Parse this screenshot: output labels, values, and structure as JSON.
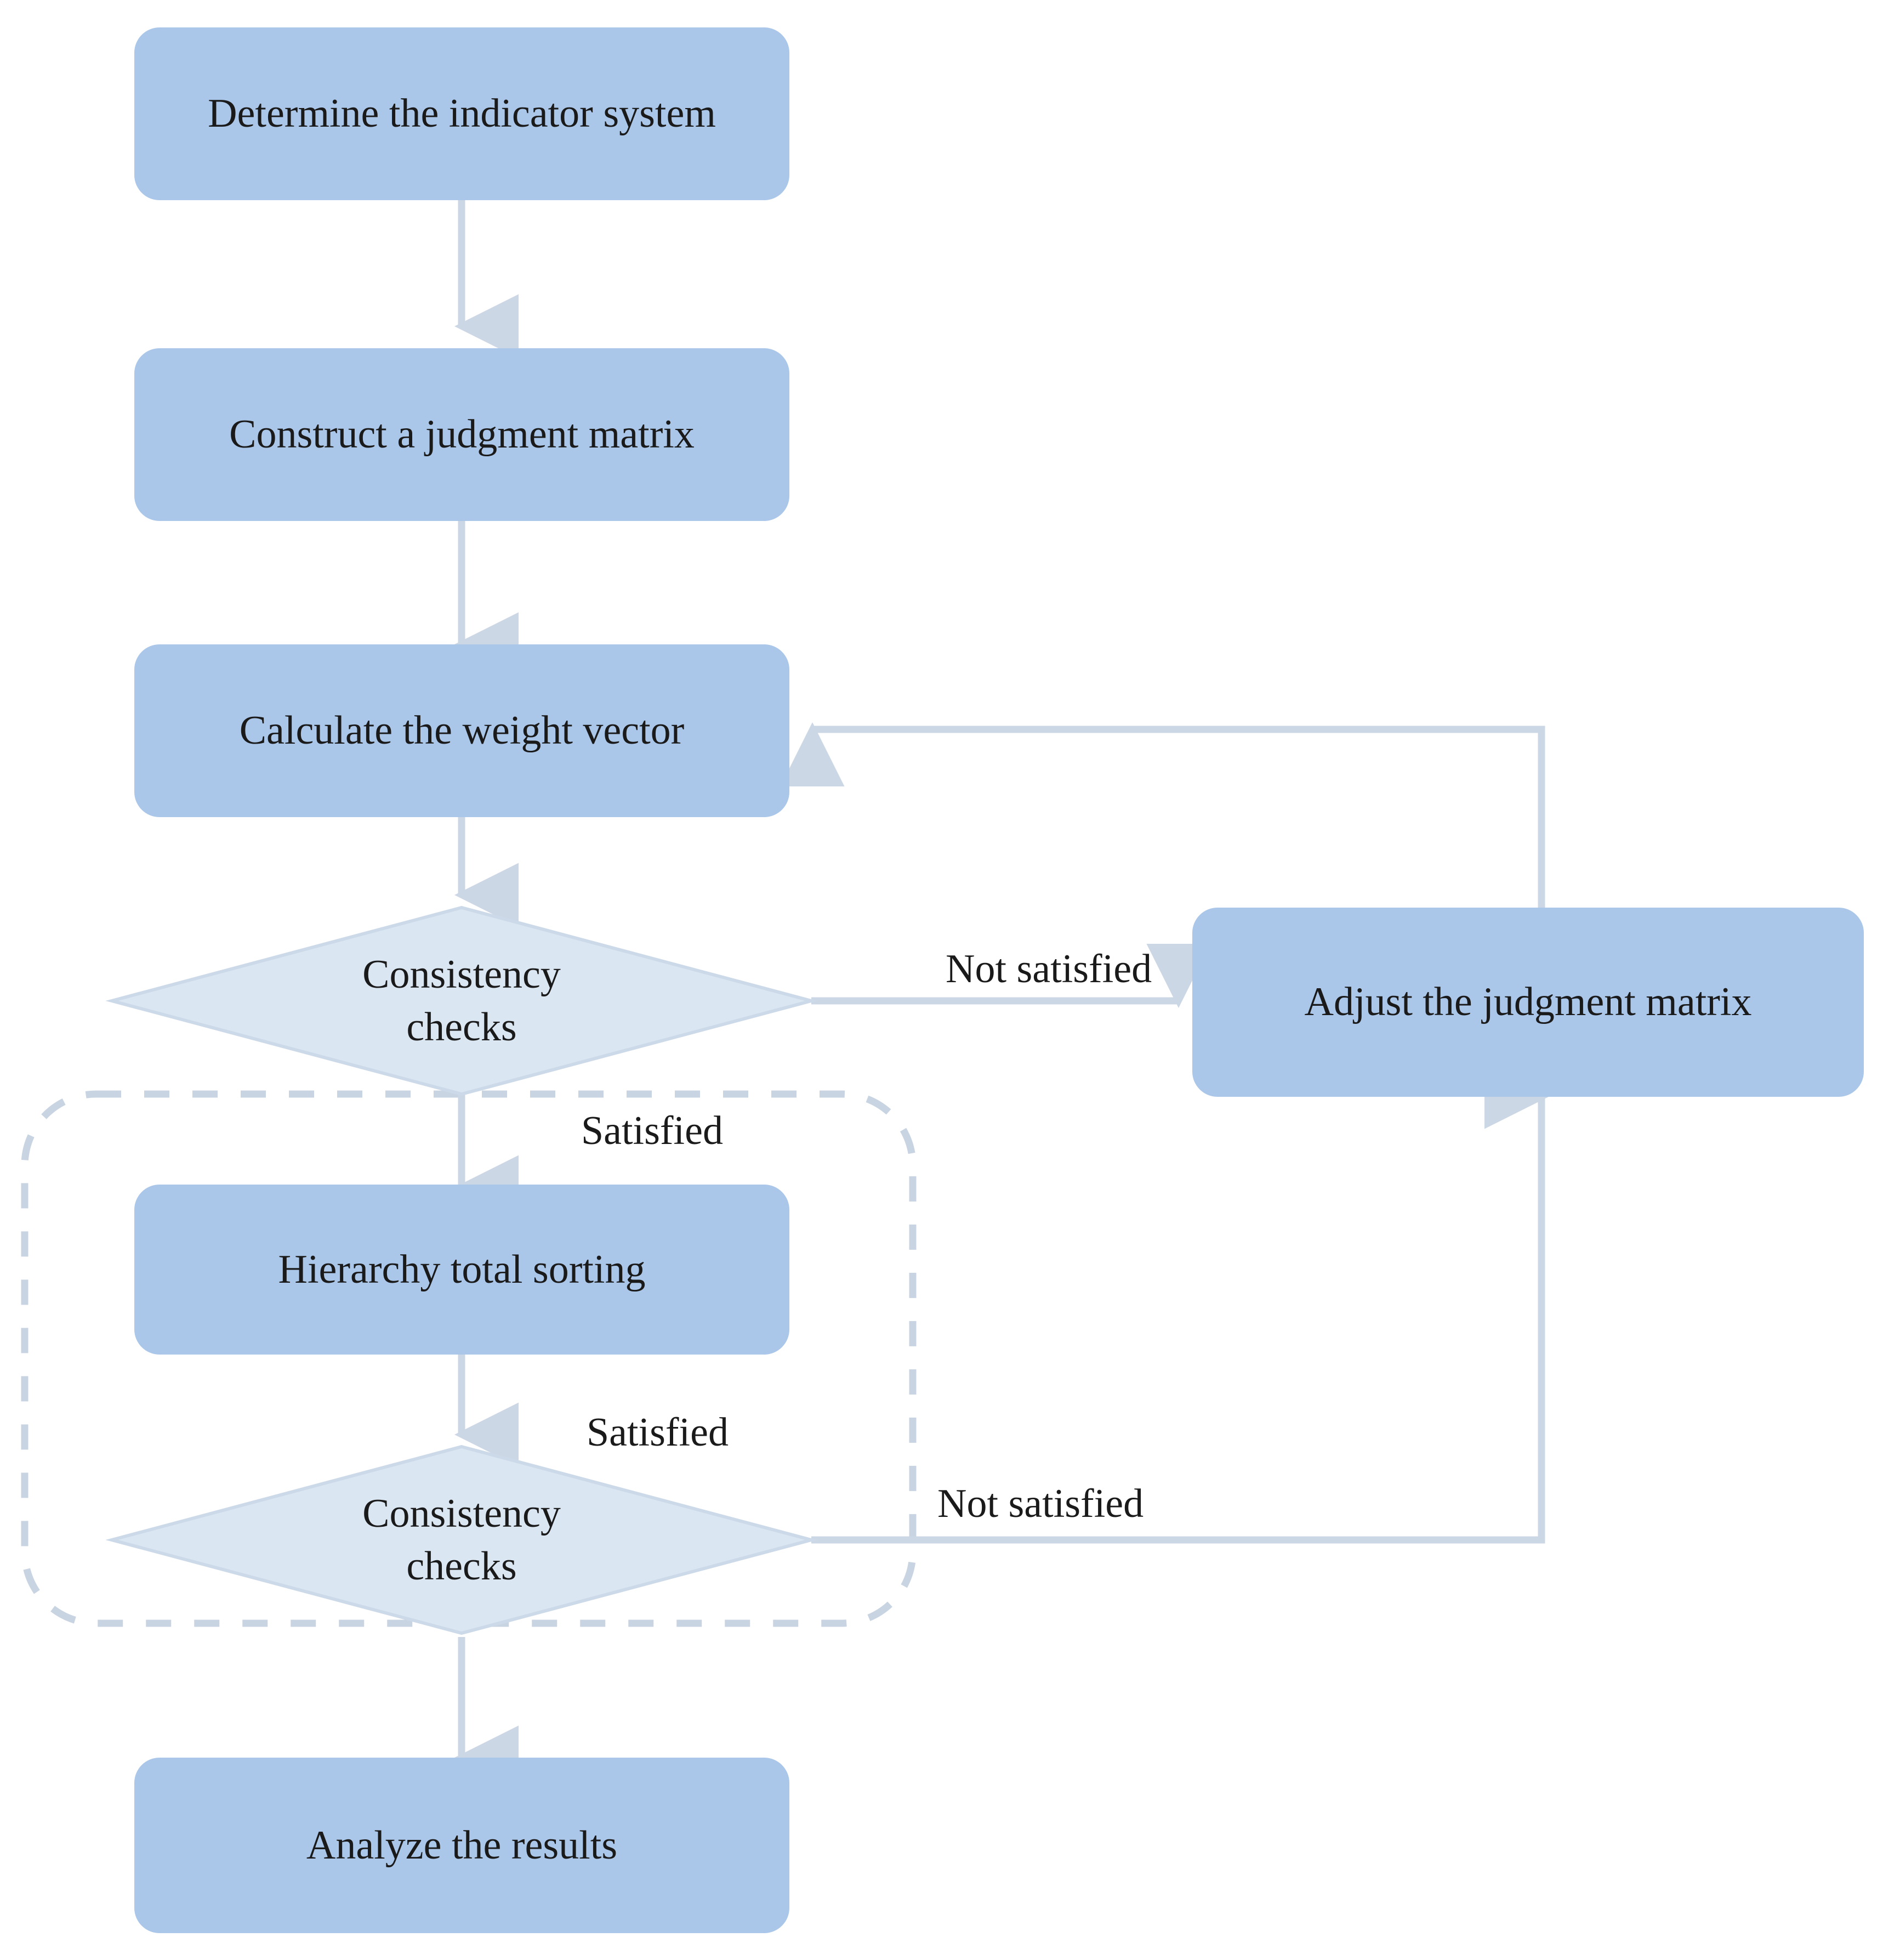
{
  "diagram": {
    "title": "AHP analytic hierarchy process flowchart",
    "colors": {
      "process_fill": "#aac6e8",
      "decision_fill": "#dbe6f3",
      "decision_stroke": "#c9d7e8",
      "connector": "#ccd7e5",
      "dashed_group": "#c8d4e2",
      "text": "#1a1a1a",
      "background": "#ffffff"
    },
    "nodes": [
      {
        "id": "determine-indicator-system",
        "type": "process",
        "label": "Determine the indicator system"
      },
      {
        "id": "construct-judgment-matrix",
        "type": "process",
        "label": "Construct a judgment matrix"
      },
      {
        "id": "calculate-weight-vector",
        "type": "process",
        "label": "Calculate the weight vector"
      },
      {
        "id": "consistency-checks-1",
        "type": "decision",
        "label_line1": "Consistency",
        "label_line2": "checks"
      },
      {
        "id": "adjust-judgment-matrix",
        "type": "process",
        "label": "Adjust the judgment matrix"
      },
      {
        "id": "hierarchy-total-sorting",
        "type": "process",
        "label": "Hierarchy total sorting"
      },
      {
        "id": "consistency-checks-2",
        "type": "decision",
        "label_line1": "Consistency",
        "label_line2": "checks"
      },
      {
        "id": "analyze-results",
        "type": "process",
        "label": "Analyze the results"
      }
    ],
    "edge_labels": {
      "not_satisfied_top": "Not satisfied",
      "satisfied_top": "Satisfied",
      "satisfied_bottom": "Satisfied",
      "not_satisfied_bottom": "Not satisfied"
    },
    "edges": [
      {
        "from": "determine-indicator-system",
        "to": "construct-judgment-matrix",
        "label": ""
      },
      {
        "from": "construct-judgment-matrix",
        "to": "calculate-weight-vector",
        "label": ""
      },
      {
        "from": "calculate-weight-vector",
        "to": "consistency-checks-1",
        "label": ""
      },
      {
        "from": "consistency-checks-1",
        "to": "adjust-judgment-matrix",
        "label": "Not satisfied"
      },
      {
        "from": "consistency-checks-1",
        "to": "hierarchy-total-sorting",
        "label": "Satisfied"
      },
      {
        "from": "adjust-judgment-matrix",
        "to": "calculate-weight-vector",
        "label": ""
      },
      {
        "from": "hierarchy-total-sorting",
        "to": "consistency-checks-2",
        "label": ""
      },
      {
        "from": "consistency-checks-2",
        "to": "adjust-judgment-matrix",
        "label": "Not satisfied"
      },
      {
        "from": "consistency-checks-2",
        "to": "analyze-results",
        "label": "Satisfied"
      }
    ],
    "group": {
      "id": "hierarchy-group",
      "style": "dashed-rounded-rectangle",
      "label": ""
    }
  }
}
